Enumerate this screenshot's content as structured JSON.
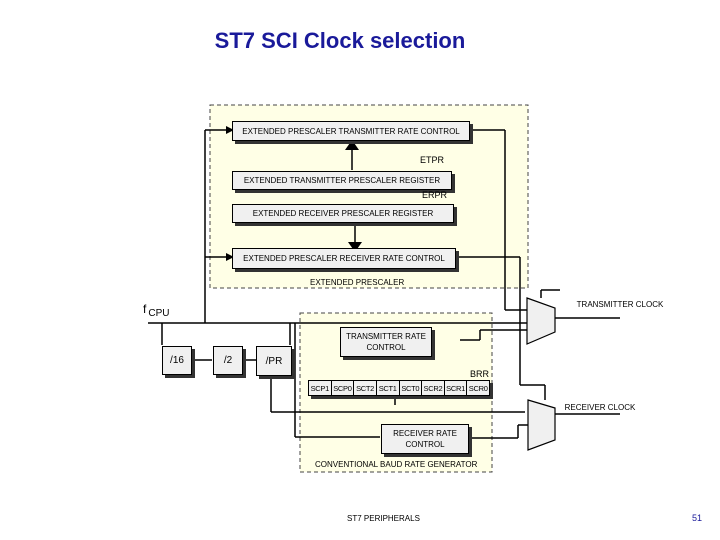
{
  "title": "ST7 SCI  Clock selection",
  "extended": {
    "tx_rate_control": "EXTENDED PRESCALER TRANSMITTER RATE CONTROL",
    "etpr_label": "ETPR",
    "tx_prescaler_register": "EXTENDED TRANSMITTER PRESCALER REGISTER",
    "erpr_label": "ERPR",
    "rx_prescaler_register": "EXTENDED RECEIVER PRESCALER REGISTER",
    "rx_rate_control": "EXTENDED PRESCALER RECEIVER RATE CONTROL",
    "group_label": "EXTENDED PRESCALER"
  },
  "fcpu": {
    "f": "f",
    "sub": "CPU"
  },
  "dividers": [
    "/16",
    "/2",
    "/PR"
  ],
  "conventional": {
    "tx_rate_control": "TRANSMITTER RATE CONTROL",
    "brr_label": "BRR",
    "register_bits": [
      "SCP1",
      "SCP0",
      "SCT2",
      "SCT1",
      "SCT0",
      "SCR2",
      "SCR1",
      "SCR0"
    ],
    "rx_rate_control": "RECEIVER RATE CONTROL",
    "group_label": "CONVENTIONAL BAUD RATE GENERATOR"
  },
  "outputs": {
    "transmitter_clock": "TRANSMITTER CLOCK",
    "receiver_clock": "RECEIVER CLOCK"
  },
  "footer": {
    "text": "ST7 PERIPHERALS",
    "page": "51"
  },
  "colors": {
    "title": "#1a1a9a",
    "extended_bg": "#ffffe6",
    "conventional_bg": "#ffffe6",
    "box_fill": "#f0f0f0"
  }
}
